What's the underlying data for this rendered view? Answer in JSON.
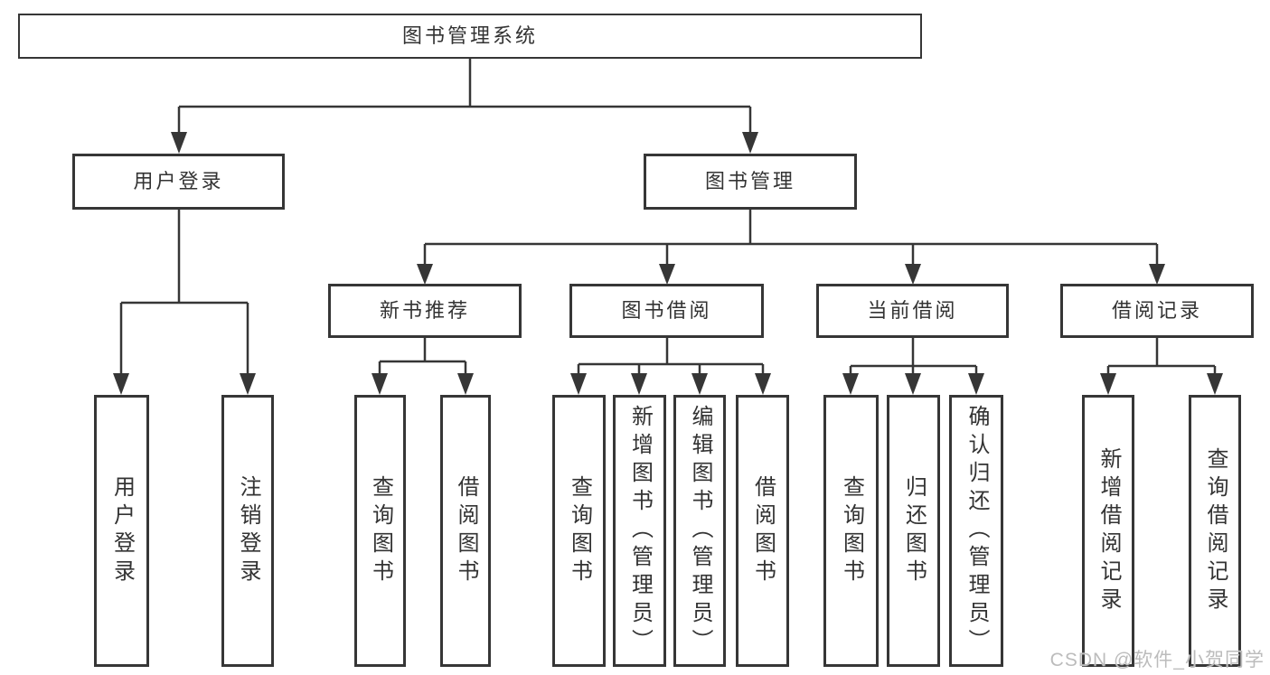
{
  "diagram": {
    "root": {
      "label": "图书管理系统"
    },
    "level2": [
      {
        "label": "用户登录"
      },
      {
        "label": "图书管理"
      }
    ],
    "level3": [
      {
        "label": "新书推荐"
      },
      {
        "label": "图书借阅"
      },
      {
        "label": "当前借阅"
      },
      {
        "label": "借阅记录"
      }
    ],
    "leaves": {
      "user_login": [
        "用户登录",
        "注销登录"
      ],
      "new_book_recommend": [
        "查询图书",
        "借阅图书"
      ],
      "book_borrow": [
        "查询图书",
        "新增图书（管理员）",
        "编辑图书（管理员）",
        "借阅图书"
      ],
      "current_borrow": [
        "查询图书",
        "归还图书",
        "确认归还（管理员）"
      ],
      "borrow_record": [
        "新增借阅记录",
        "查询借阅记录"
      ]
    }
  },
  "watermark": "CSDN @软件_小贺同学",
  "colors": {
    "line": "#363636",
    "text": "#333333",
    "watermark_text": "#bcbcbc",
    "background": "#ffffff"
  }
}
